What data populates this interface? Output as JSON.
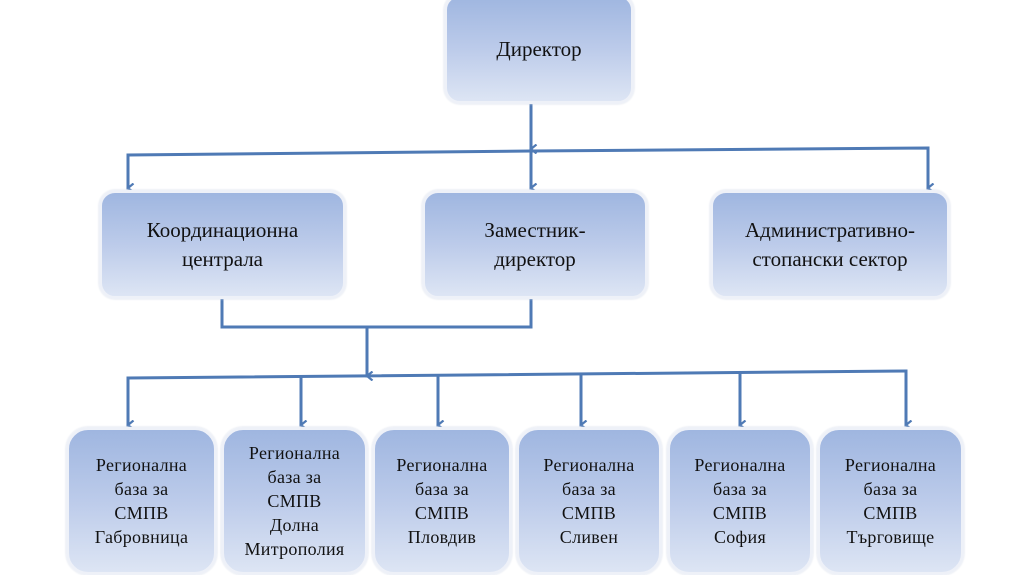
{
  "colors": {
    "connector": "#4f7ab5",
    "node_top": "#9fb6e0",
    "node_bottom": "#dde5f4",
    "text": "#111111"
  },
  "org_chart": {
    "root": {
      "lines": [
        "Директор"
      ]
    },
    "level2": [
      {
        "lines": [
          "Координационна",
          "централа"
        ]
      },
      {
        "lines": [
          "Заместник-",
          "директор"
        ]
      },
      {
        "lines": [
          "Административно-",
          "стопански сектор"
        ]
      }
    ],
    "level3": [
      {
        "lines": [
          "Регионална",
          "база за",
          "СМПВ",
          "Габровница"
        ]
      },
      {
        "lines": [
          "Регионална",
          "база за",
          "СМПВ",
          "Долна",
          "Митрополия"
        ]
      },
      {
        "lines": [
          "Регионална",
          "база за",
          "СМПВ",
          "Пловдив"
        ]
      },
      {
        "lines": [
          "Регионална",
          "база за",
          "СМПВ",
          "Сливен"
        ]
      },
      {
        "lines": [
          "Регионална",
          "база за",
          "СМПВ",
          "София"
        ]
      },
      {
        "lines": [
          "Регионална",
          "база за",
          "СМПВ",
          "Търговище"
        ]
      }
    ]
  }
}
